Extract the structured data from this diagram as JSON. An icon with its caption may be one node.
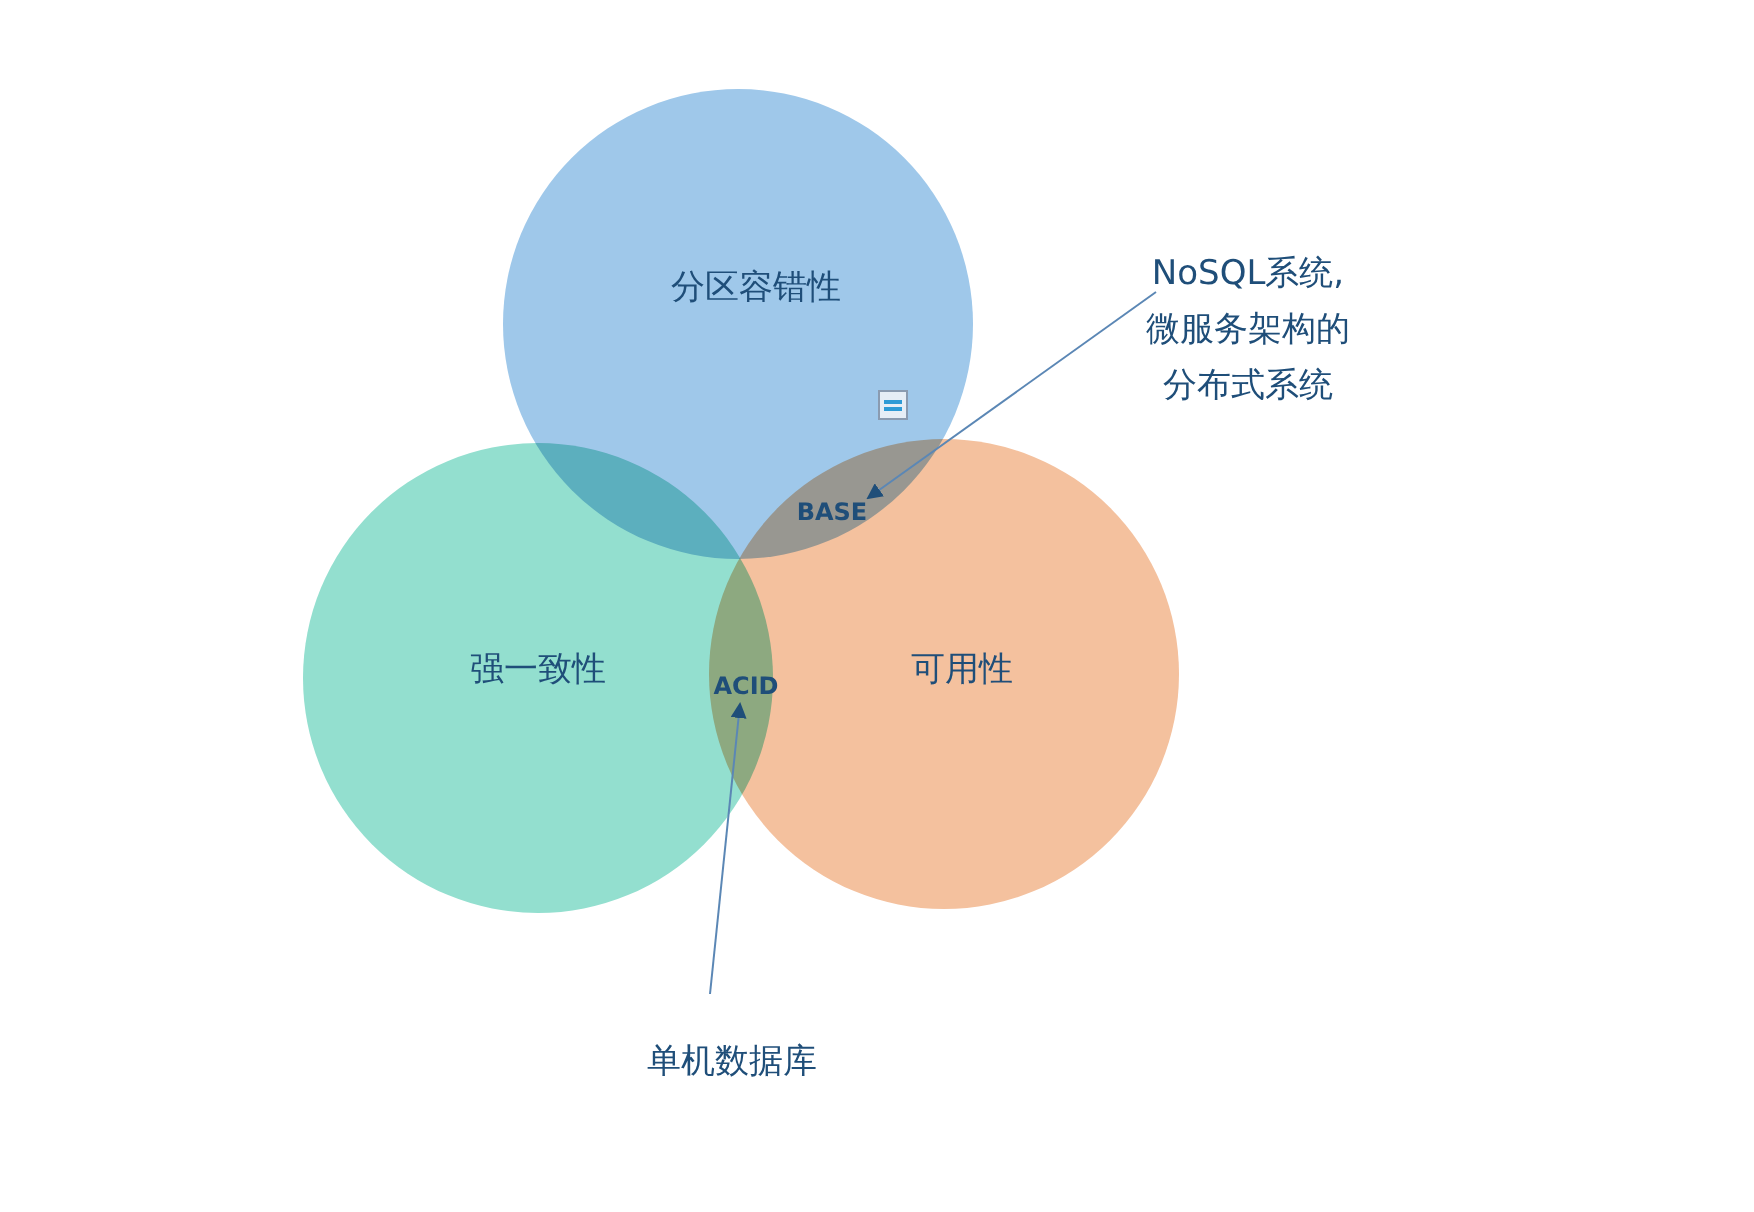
{
  "diagram": {
    "nodes": [
      {
        "text": [
          "分区容错性"
        ]
      },
      {
        "text": [
          "强一致性"
        ]
      },
      {
        "text": [
          "可用性"
        ]
      },
      {
        "text": [
          "BASE"
        ]
      },
      {
        "text": [
          "ACID"
        ]
      },
      {
        "text": [
          "NoSQL系统,微服务架构的分布式系统"
        ]
      },
      {
        "text": [
          "单机数据库"
        ]
      }
    ],
    "edges": [
      {
        "from": 5,
        "to": 3,
        "arrow": "to"
      },
      {
        "from": 6,
        "to": 4,
        "arrow": "to"
      }
    ]
  }
}
